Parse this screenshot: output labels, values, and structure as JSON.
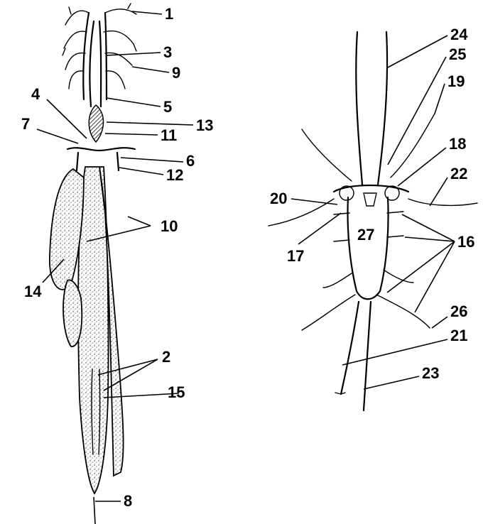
{
  "left_labels": [
    "1",
    "3",
    "9",
    "5",
    "13",
    "11",
    "4",
    "7",
    "6",
    "12",
    "10",
    "14",
    "2",
    "15",
    "8"
  ],
  "right_labels": [
    "24",
    "25",
    "19",
    "18",
    "22",
    "20",
    "17",
    "27",
    "16",
    "26",
    "21",
    "23"
  ],
  "colors": {
    "ink": "#000000",
    "paper": "#ffffff"
  }
}
